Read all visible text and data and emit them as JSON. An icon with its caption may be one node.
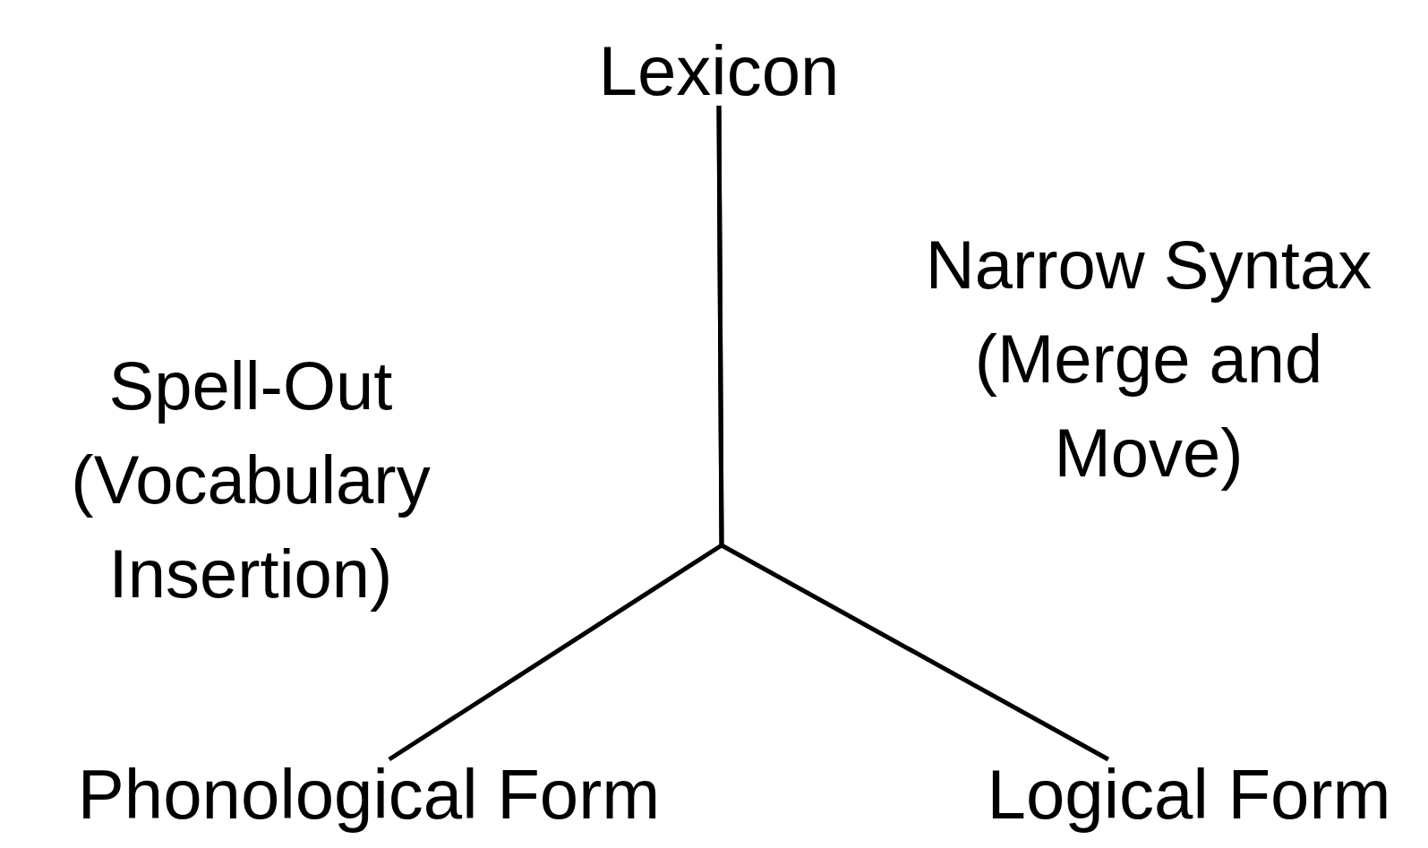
{
  "diagram": {
    "nodes": [
      {
        "text": [
          "Lexicon"
        ]
      },
      {
        "text": [
          "Phonological Form"
        ]
      },
      {
        "text": [
          "Logical Form"
        ]
      }
    ],
    "edges": [
      {
        "from": 0,
        "to": 1,
        "arrow": "none"
      },
      {
        "from": 0,
        "to": 2,
        "arrow": "none"
      }
    ],
    "labels": [
      "Narrow Syntax (Merge and Move)",
      "Spell-Out (Vocabulary Insertion)"
    ]
  }
}
